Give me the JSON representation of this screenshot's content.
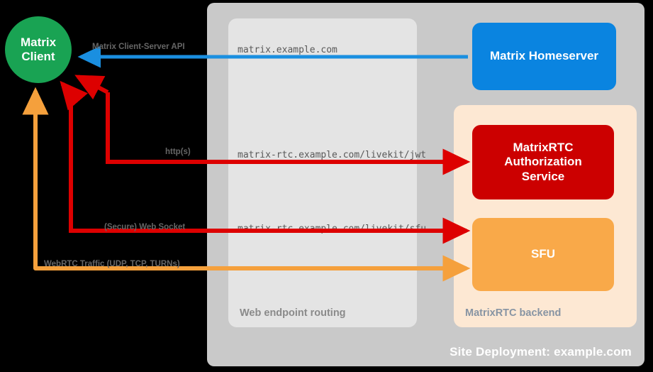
{
  "site": {
    "label": "Site Deployment: example.com",
    "bg_color": "#c9c9c9"
  },
  "panels": {
    "routing": {
      "label": "Web endpoint routing",
      "bg_color": "#e4e4e4",
      "label_color": "#8a8a8a"
    },
    "backend": {
      "label": "MatrixRTC backend",
      "bg_color": "#fde8d3",
      "label_color": "#8794a3"
    }
  },
  "client": {
    "line1": "Matrix",
    "line2": "Client",
    "color": "#19a353"
  },
  "services": {
    "homeserver": {
      "label": "Matrix Homeserver",
      "color": "#0a84e0"
    },
    "authorization": {
      "label": "MatrixRTC\nAuthorization\nService",
      "line1": "MatrixRTC",
      "line2": "Authorization",
      "line3": "Service",
      "color": "#cc0000"
    },
    "sfu": {
      "label": "SFU",
      "color": "#f9a949"
    }
  },
  "endpoints": [
    {
      "text": "matrix.example.com"
    },
    {
      "text": "matrix-rtc.example.com/livekit/jwt"
    },
    {
      "text": "matrix-rtc.example.com/livekit/sfu"
    }
  ],
  "connections": [
    {
      "label": "Matrix Client-Server API",
      "color": "#1a8fe0"
    },
    {
      "label": "http(s)",
      "color": "#dd0000"
    },
    {
      "label": "(Secure) Web Socket",
      "color": "#dd0000"
    },
    {
      "label": "WebRTC Traffic (UDP, TCP, TURNs)",
      "color": "#f5a03c"
    }
  ]
}
